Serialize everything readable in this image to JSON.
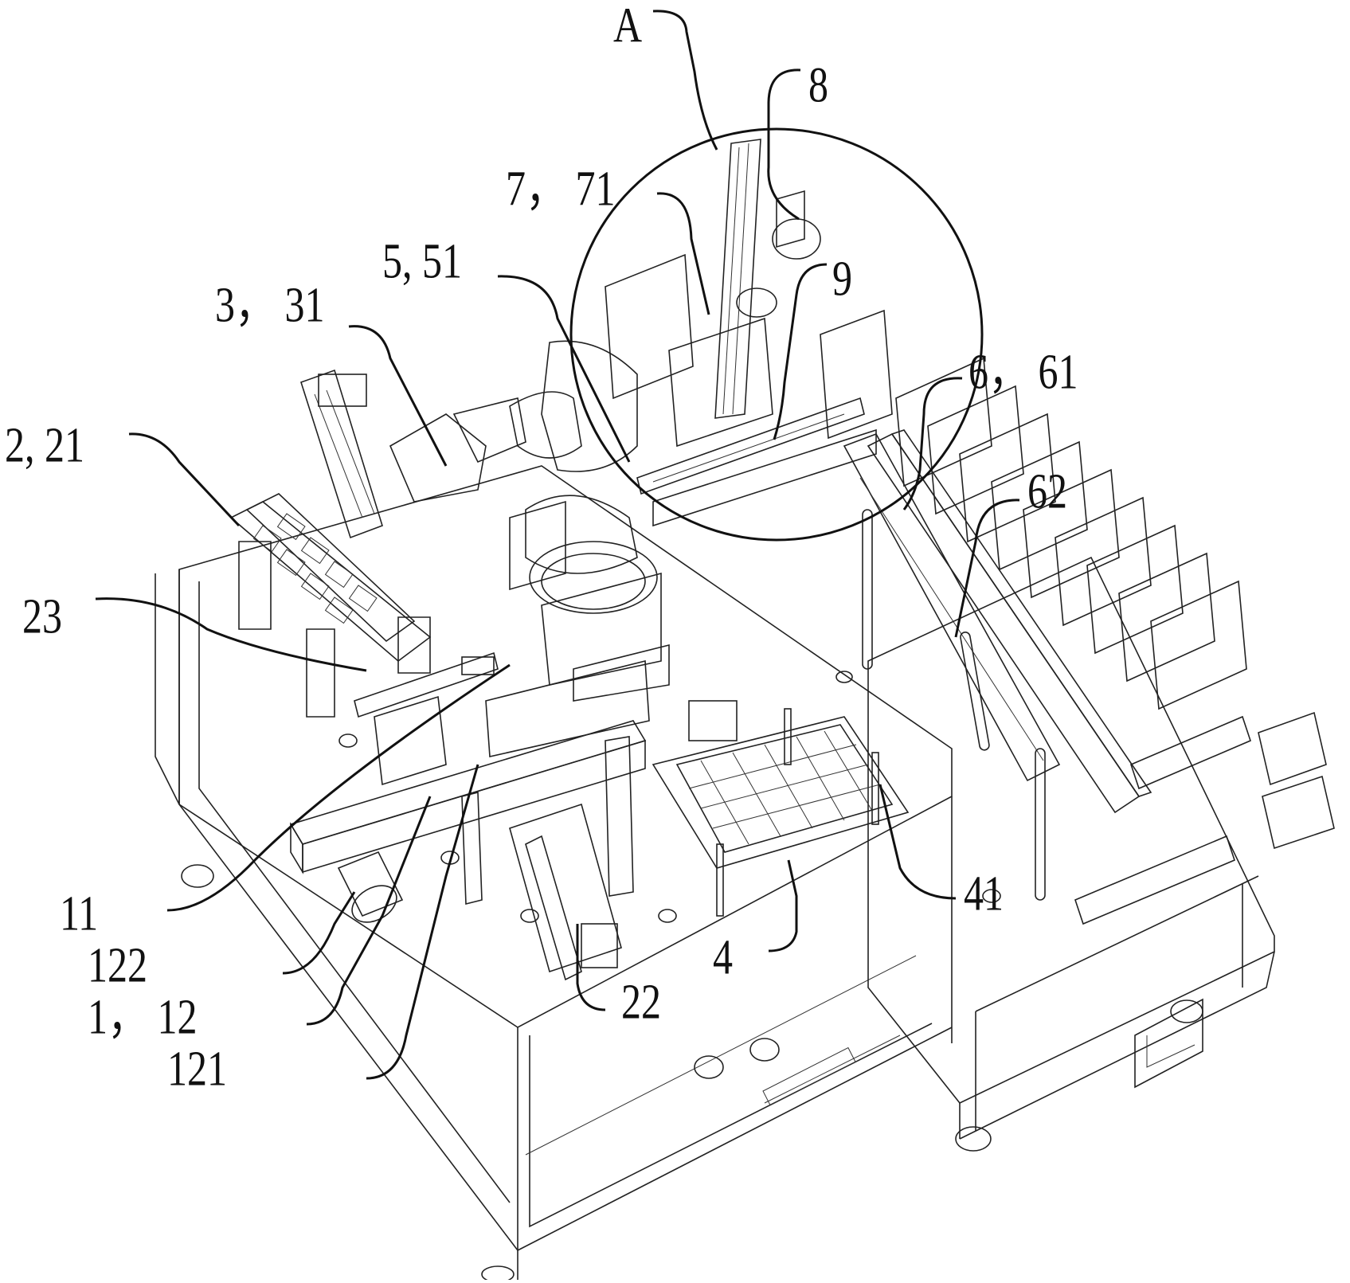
{
  "figure": {
    "type": "patent-style isometric mechanical line drawing",
    "subject": "automated machine station with robot arm, trays and conveyors",
    "detail_circle_label": "A",
    "labels": [
      {
        "id": "A",
        "text": "A",
        "target": "detail-circle"
      },
      {
        "id": "8",
        "text": "8",
        "target": "upper-right-sensor-bracket"
      },
      {
        "id": "7_71",
        "text": "7， 71",
        "target": "vertical-linear-module"
      },
      {
        "id": "9",
        "text": "9",
        "target": "slide-plate"
      },
      {
        "id": "5_51",
        "text": "5, 51",
        "target": "gripper-assembly"
      },
      {
        "id": "3_31",
        "text": "3， 31",
        "target": "robot-arm"
      },
      {
        "id": "6_61",
        "text": "6， 61",
        "target": "magazine-rack"
      },
      {
        "id": "62",
        "text": "62",
        "target": "rack-rail"
      },
      {
        "id": "2_21",
        "text": "2, 21",
        "target": "feeding-tray"
      },
      {
        "id": "23",
        "text": "23",
        "target": "feeding-slide"
      },
      {
        "id": "11",
        "text": "11",
        "target": "frame-cable"
      },
      {
        "id": "122",
        "text": "122",
        "target": "drive-motor"
      },
      {
        "id": "1_12",
        "text": "1， 12",
        "target": "beam"
      },
      {
        "id": "121",
        "text": "121",
        "target": "beam-column"
      },
      {
        "id": "22",
        "text": "22",
        "target": "linear-actuator"
      },
      {
        "id": "4",
        "text": "4",
        "target": "grid-tray"
      },
      {
        "id": "41",
        "text": "41",
        "target": "guide-post"
      }
    ]
  }
}
